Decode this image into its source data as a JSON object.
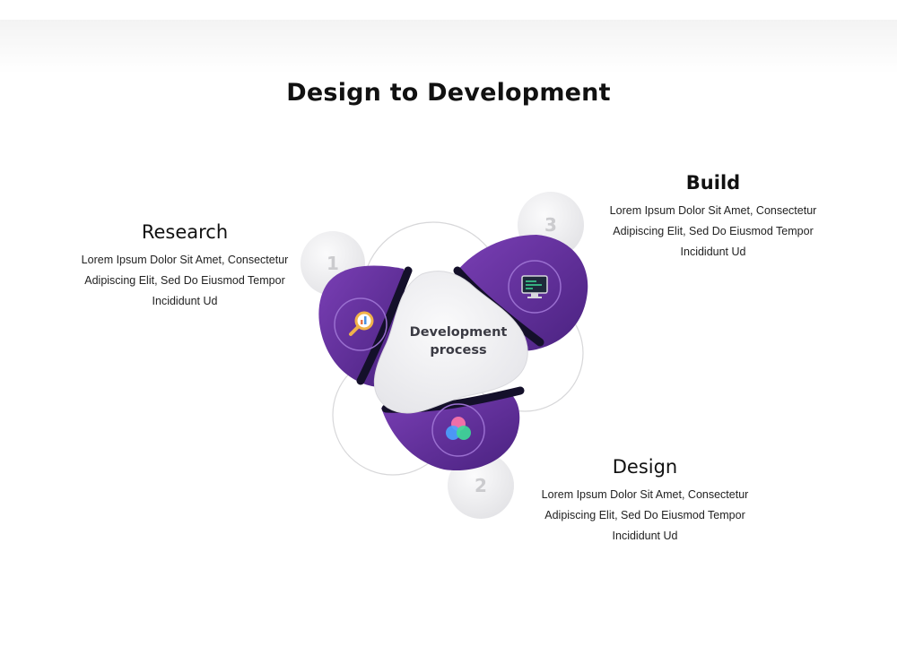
{
  "title": "Design to Development",
  "center_label": [
    "Development",
    "process"
  ],
  "steps": [
    {
      "number": "1",
      "heading": "Research",
      "lines": [
        "Lorem Ipsum Dolor Sit Amet, Consectetur",
        "Adipiscing Elit, Sed Do Eiusmod Tempor",
        "Incididunt Ud"
      ],
      "icon": "magnifier-chart-icon"
    },
    {
      "number": "2",
      "heading": "Design",
      "lines": [
        "Lorem Ipsum Dolor Sit Amet, Consectetur",
        "Adipiscing Elit, Sed Do Eiusmod Tempor",
        "Incididunt Ud"
      ],
      "icon": "color-circles-icon"
    },
    {
      "number": "3",
      "heading": "Build",
      "lines": [
        "Lorem Ipsum Dolor Sit Amet, Consectetur",
        "Adipiscing Elit, Sed Do Eiusmod Tempor",
        "Incididunt Ud"
      ],
      "icon": "monitor-code-icon"
    }
  ],
  "colors": {
    "accent": "#5b2d91",
    "accent_light": "#7a3fb5",
    "dark_band": "#14102a",
    "center_fill": "#f2f2f4",
    "number_circle": "#e9e9eb",
    "number_text": "#c9c9cc"
  }
}
